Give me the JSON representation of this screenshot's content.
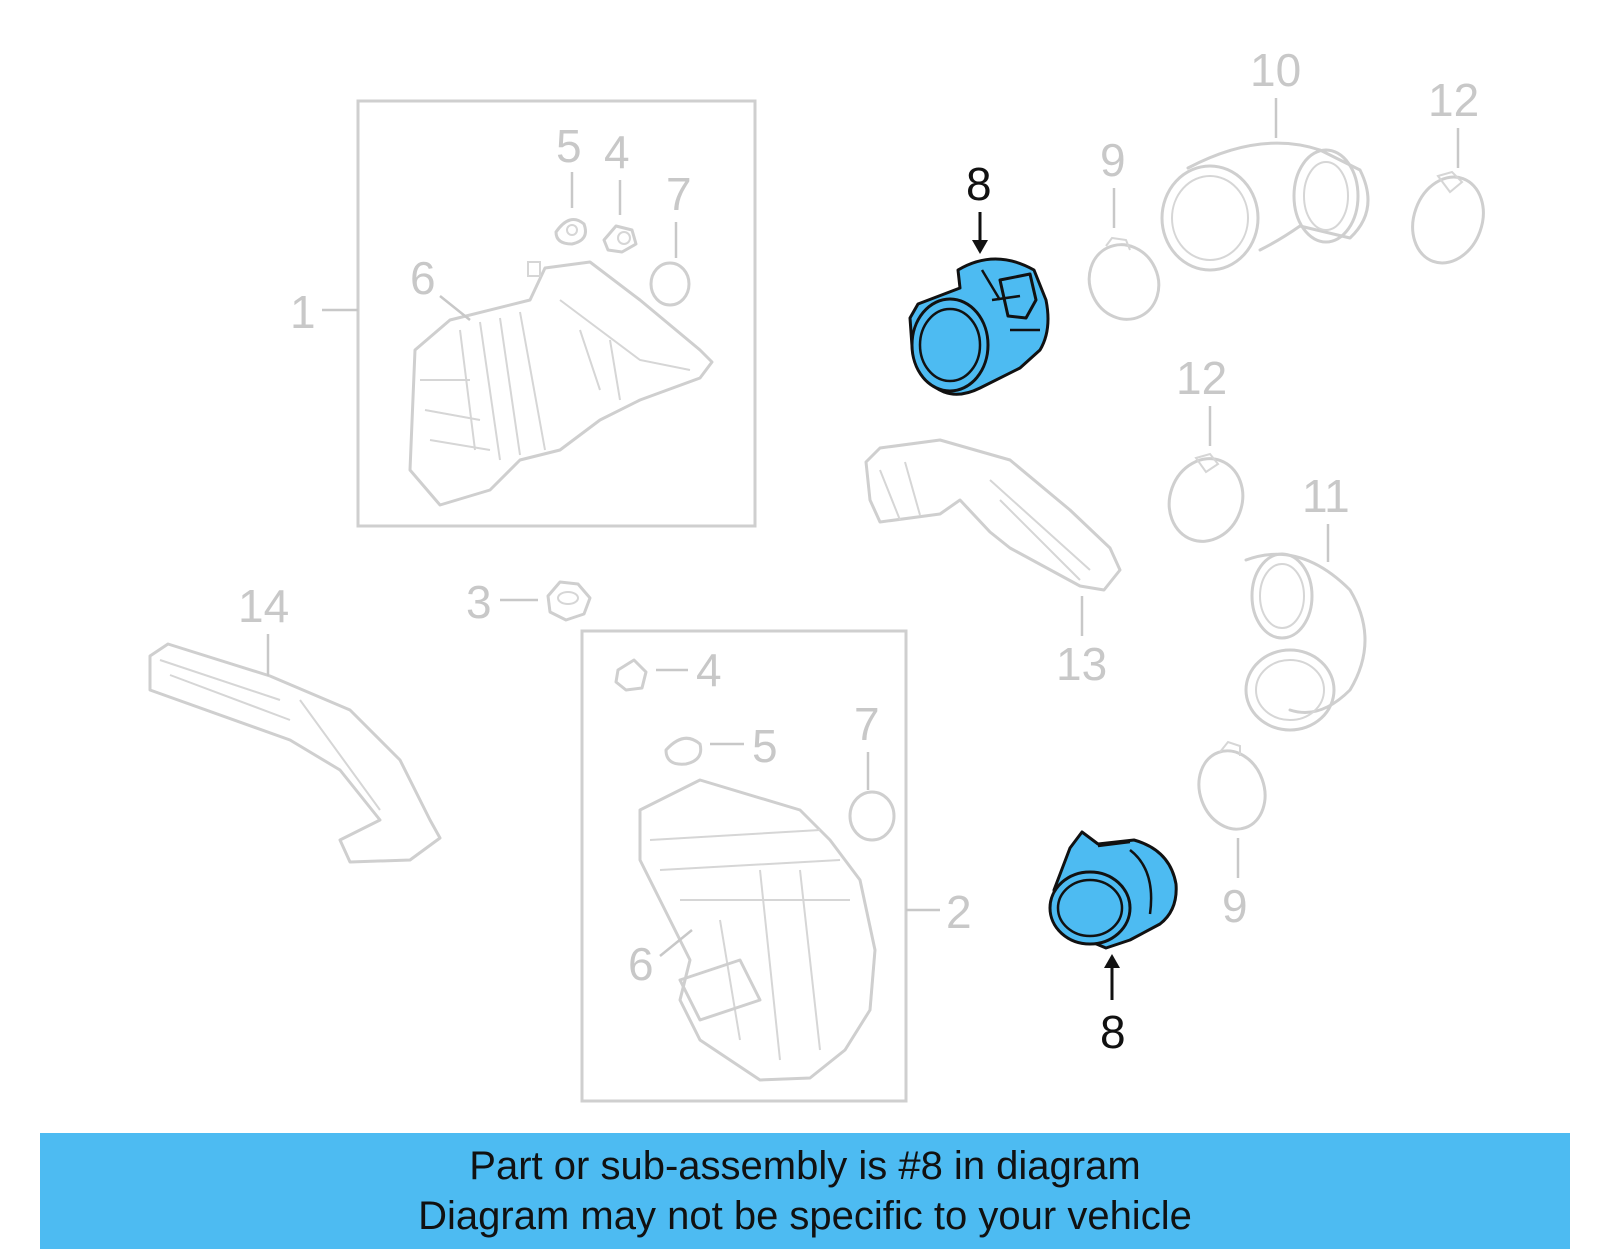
{
  "callouts": {
    "c1": "1",
    "c2": "2",
    "c3": "3",
    "c4a": "4",
    "c4b": "4",
    "c5a": "5",
    "c5b": "5",
    "c6a": "6",
    "c6b": "6",
    "c7a": "7",
    "c7b": "7",
    "c8a": "8",
    "c8b": "8",
    "c9a": "9",
    "c9b": "9",
    "c10": "10",
    "c11": "11",
    "c12a": "12",
    "c12b": "12",
    "c13": "13",
    "c14": "14"
  },
  "banner": {
    "line1": "Part or sub-assembly is #8 in diagram",
    "line2": "Diagram may not be specific to your vehicle"
  },
  "colors": {
    "highlight": "#4dbbf2",
    "banner_bg": "#4dbbf2",
    "muted_line": "#cfcfcf",
    "text_dark": "#111111"
  }
}
